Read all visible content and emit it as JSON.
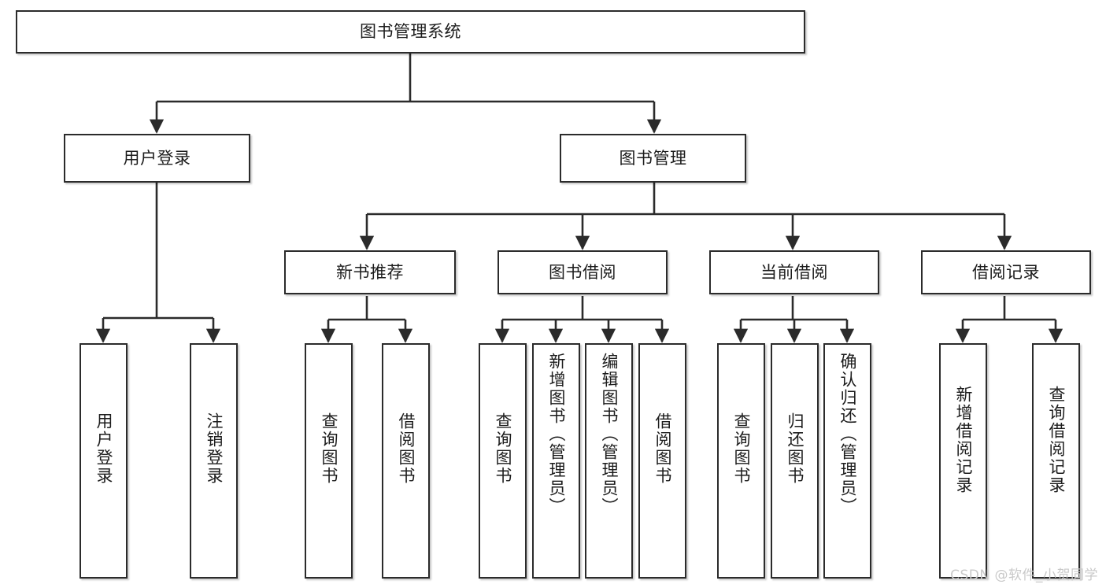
{
  "diagram": {
    "type": "tree-hierarchy",
    "title": "图书管理系统",
    "watermark": "CSDN @软件_小贺同学",
    "colors": {
      "stroke": "#2b2b2b",
      "fill": "#ffffff",
      "text": "#1c1c1c",
      "watermark": "#c9c9c9"
    },
    "nodes": {
      "root": {
        "label": "图书管理系统",
        "level": 1
      },
      "l2": [
        {
          "id": "user-login",
          "label": "用户登录",
          "level": 2
        },
        {
          "id": "book-manage",
          "label": "图书管理",
          "level": 2
        }
      ],
      "l3": [
        {
          "id": "new-book-rec",
          "label": "新书推荐",
          "level": 3
        },
        {
          "id": "book-borrow",
          "label": "图书借阅",
          "level": 3
        },
        {
          "id": "current-borrow",
          "label": "当前借阅",
          "level": 3
        },
        {
          "id": "borrow-record",
          "label": "借阅记录",
          "level": 3
        }
      ],
      "leaves": {
        "user_login": [
          {
            "id": "leaf-user-login",
            "label": "用户登录"
          },
          {
            "id": "leaf-user-logout",
            "label": "注销登录"
          }
        ],
        "new_book_rec": [
          {
            "id": "leaf-query-book-1",
            "label": "查询图书"
          },
          {
            "id": "leaf-borrow-book-1",
            "label": "借阅图书"
          }
        ],
        "book_borrow": [
          {
            "id": "leaf-query-book-2",
            "label": "查询图书"
          },
          {
            "id": "leaf-add-book",
            "label": "新增图书（管理员）"
          },
          {
            "id": "leaf-edit-book",
            "label": "编辑图书（管理员）"
          },
          {
            "id": "leaf-borrow-book-2",
            "label": "借阅图书"
          }
        ],
        "current_borrow": [
          {
            "id": "leaf-query-book-3",
            "label": "查询图书"
          },
          {
            "id": "leaf-return-book",
            "label": "归还图书"
          },
          {
            "id": "leaf-confirm-return",
            "label": "确认归还（管理员）"
          }
        ],
        "borrow_record": [
          {
            "id": "leaf-add-record",
            "label": "新增借阅记录"
          },
          {
            "id": "leaf-query-record",
            "label": "查询借阅记录"
          }
        ]
      }
    },
    "edges": [
      {
        "from": "图书管理系统",
        "to": "用户登录"
      },
      {
        "from": "图书管理系统",
        "to": "图书管理"
      },
      {
        "from": "用户登录",
        "to": "用户登录"
      },
      {
        "from": "用户登录",
        "to": "注销登录"
      },
      {
        "from": "图书管理",
        "to": "新书推荐"
      },
      {
        "from": "图书管理",
        "to": "图书借阅"
      },
      {
        "from": "图书管理",
        "to": "当前借阅"
      },
      {
        "from": "图书管理",
        "to": "借阅记录"
      },
      {
        "from": "新书推荐",
        "to": "查询图书"
      },
      {
        "from": "新书推荐",
        "to": "借阅图书"
      },
      {
        "from": "图书借阅",
        "to": "查询图书"
      },
      {
        "from": "图书借阅",
        "to": "新增图书（管理员）"
      },
      {
        "from": "图书借阅",
        "to": "编辑图书（管理员）"
      },
      {
        "from": "图书借阅",
        "to": "借阅图书"
      },
      {
        "from": "当前借阅",
        "to": "查询图书"
      },
      {
        "from": "当前借阅",
        "to": "归还图书"
      },
      {
        "from": "当前借阅",
        "to": "确认归还（管理员）"
      },
      {
        "from": "借阅记录",
        "to": "新增借阅记录"
      },
      {
        "from": "借阅记录",
        "to": "查询借阅记录"
      }
    ]
  }
}
